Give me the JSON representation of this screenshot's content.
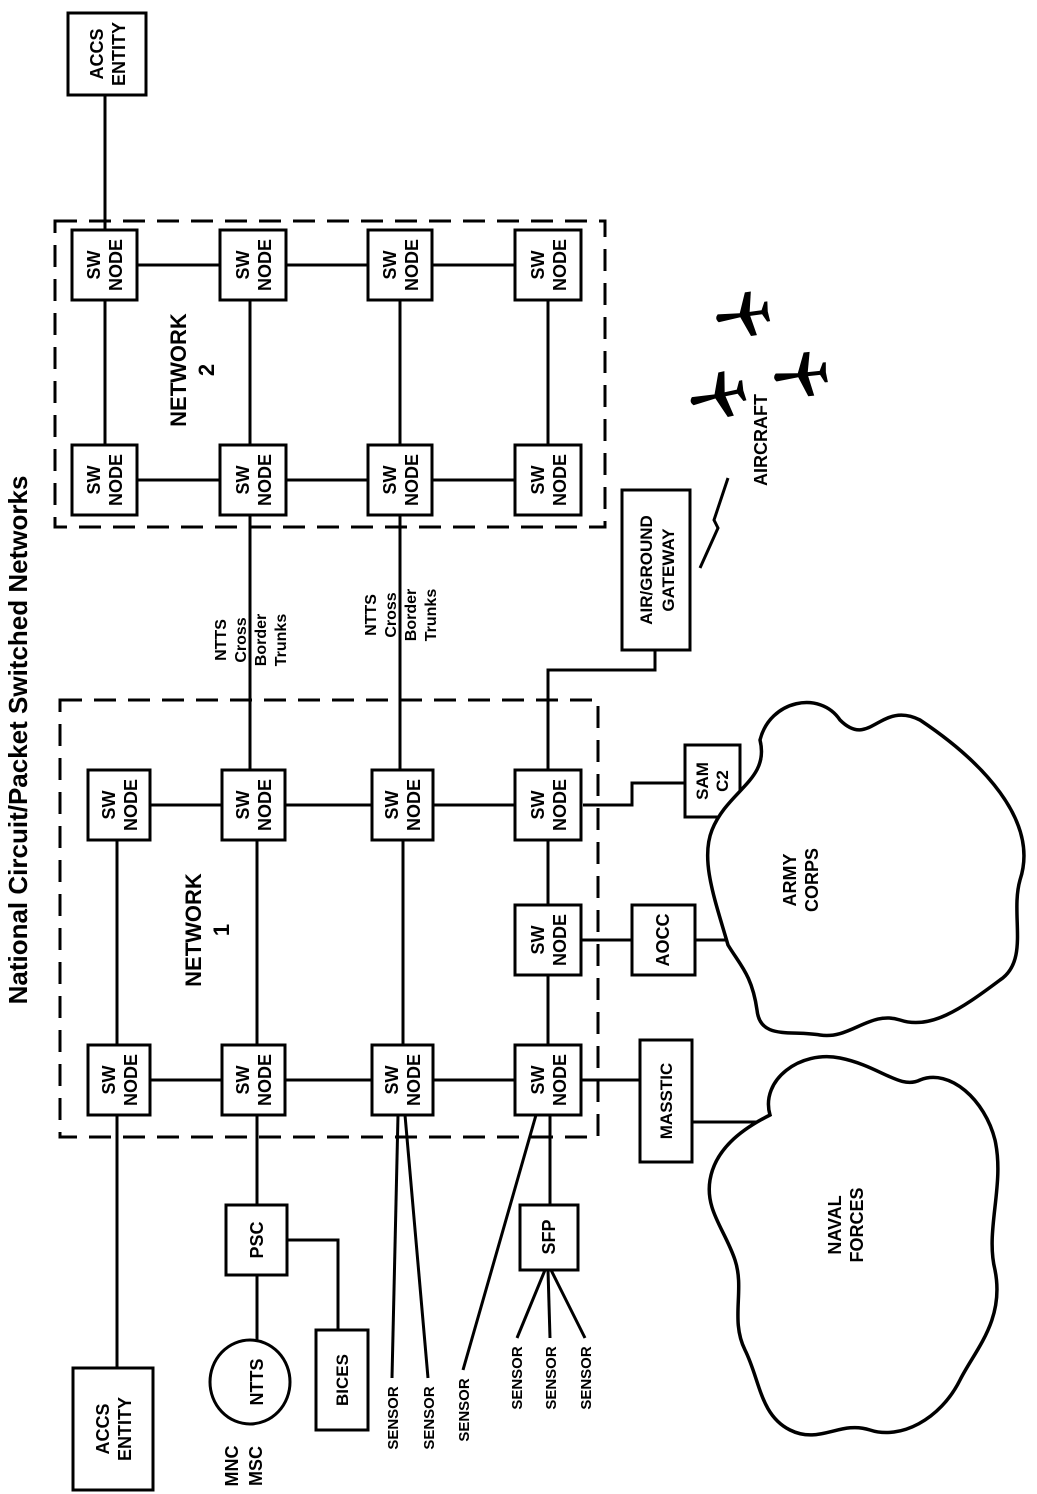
{
  "title": "National Circuit/Packet Switched Networks",
  "network1": {
    "label_line1": "NETWORK",
    "label_line2": "1"
  },
  "network2": {
    "label_line1": "NETWORK",
    "label_line2": "2"
  },
  "node": {
    "line1": "SW",
    "line2": "NODE"
  },
  "accs_entity": {
    "line1": "ACCS",
    "line2": "ENTITY"
  },
  "trunks": {
    "line1": "NTTS",
    "line2": "Cross",
    "line3": "Border",
    "line4": "Trunks"
  },
  "air_ground_gateway": {
    "line1": "AIR/GROUND",
    "line2": "GATEWAY"
  },
  "aircraft_label": "AIRCRAFT",
  "sam_c2": {
    "line1": "SAM",
    "line2": "C2"
  },
  "aocc": "AOCC",
  "army_corps": {
    "line1": "ARMY",
    "line2": "CORPS"
  },
  "masstic": "MASSTIC",
  "naval_forces": {
    "line1": "NAVAL",
    "line2": "FORCES"
  },
  "psc": "PSC",
  "bices": "BICES",
  "ntts": "NTTS",
  "mnc_msc": {
    "line1": "MNC",
    "line2": "MSC"
  },
  "sfp": "SFP",
  "sensor": "SENSOR",
  "icons": {
    "aircraft": "jet-aircraft-icon"
  }
}
